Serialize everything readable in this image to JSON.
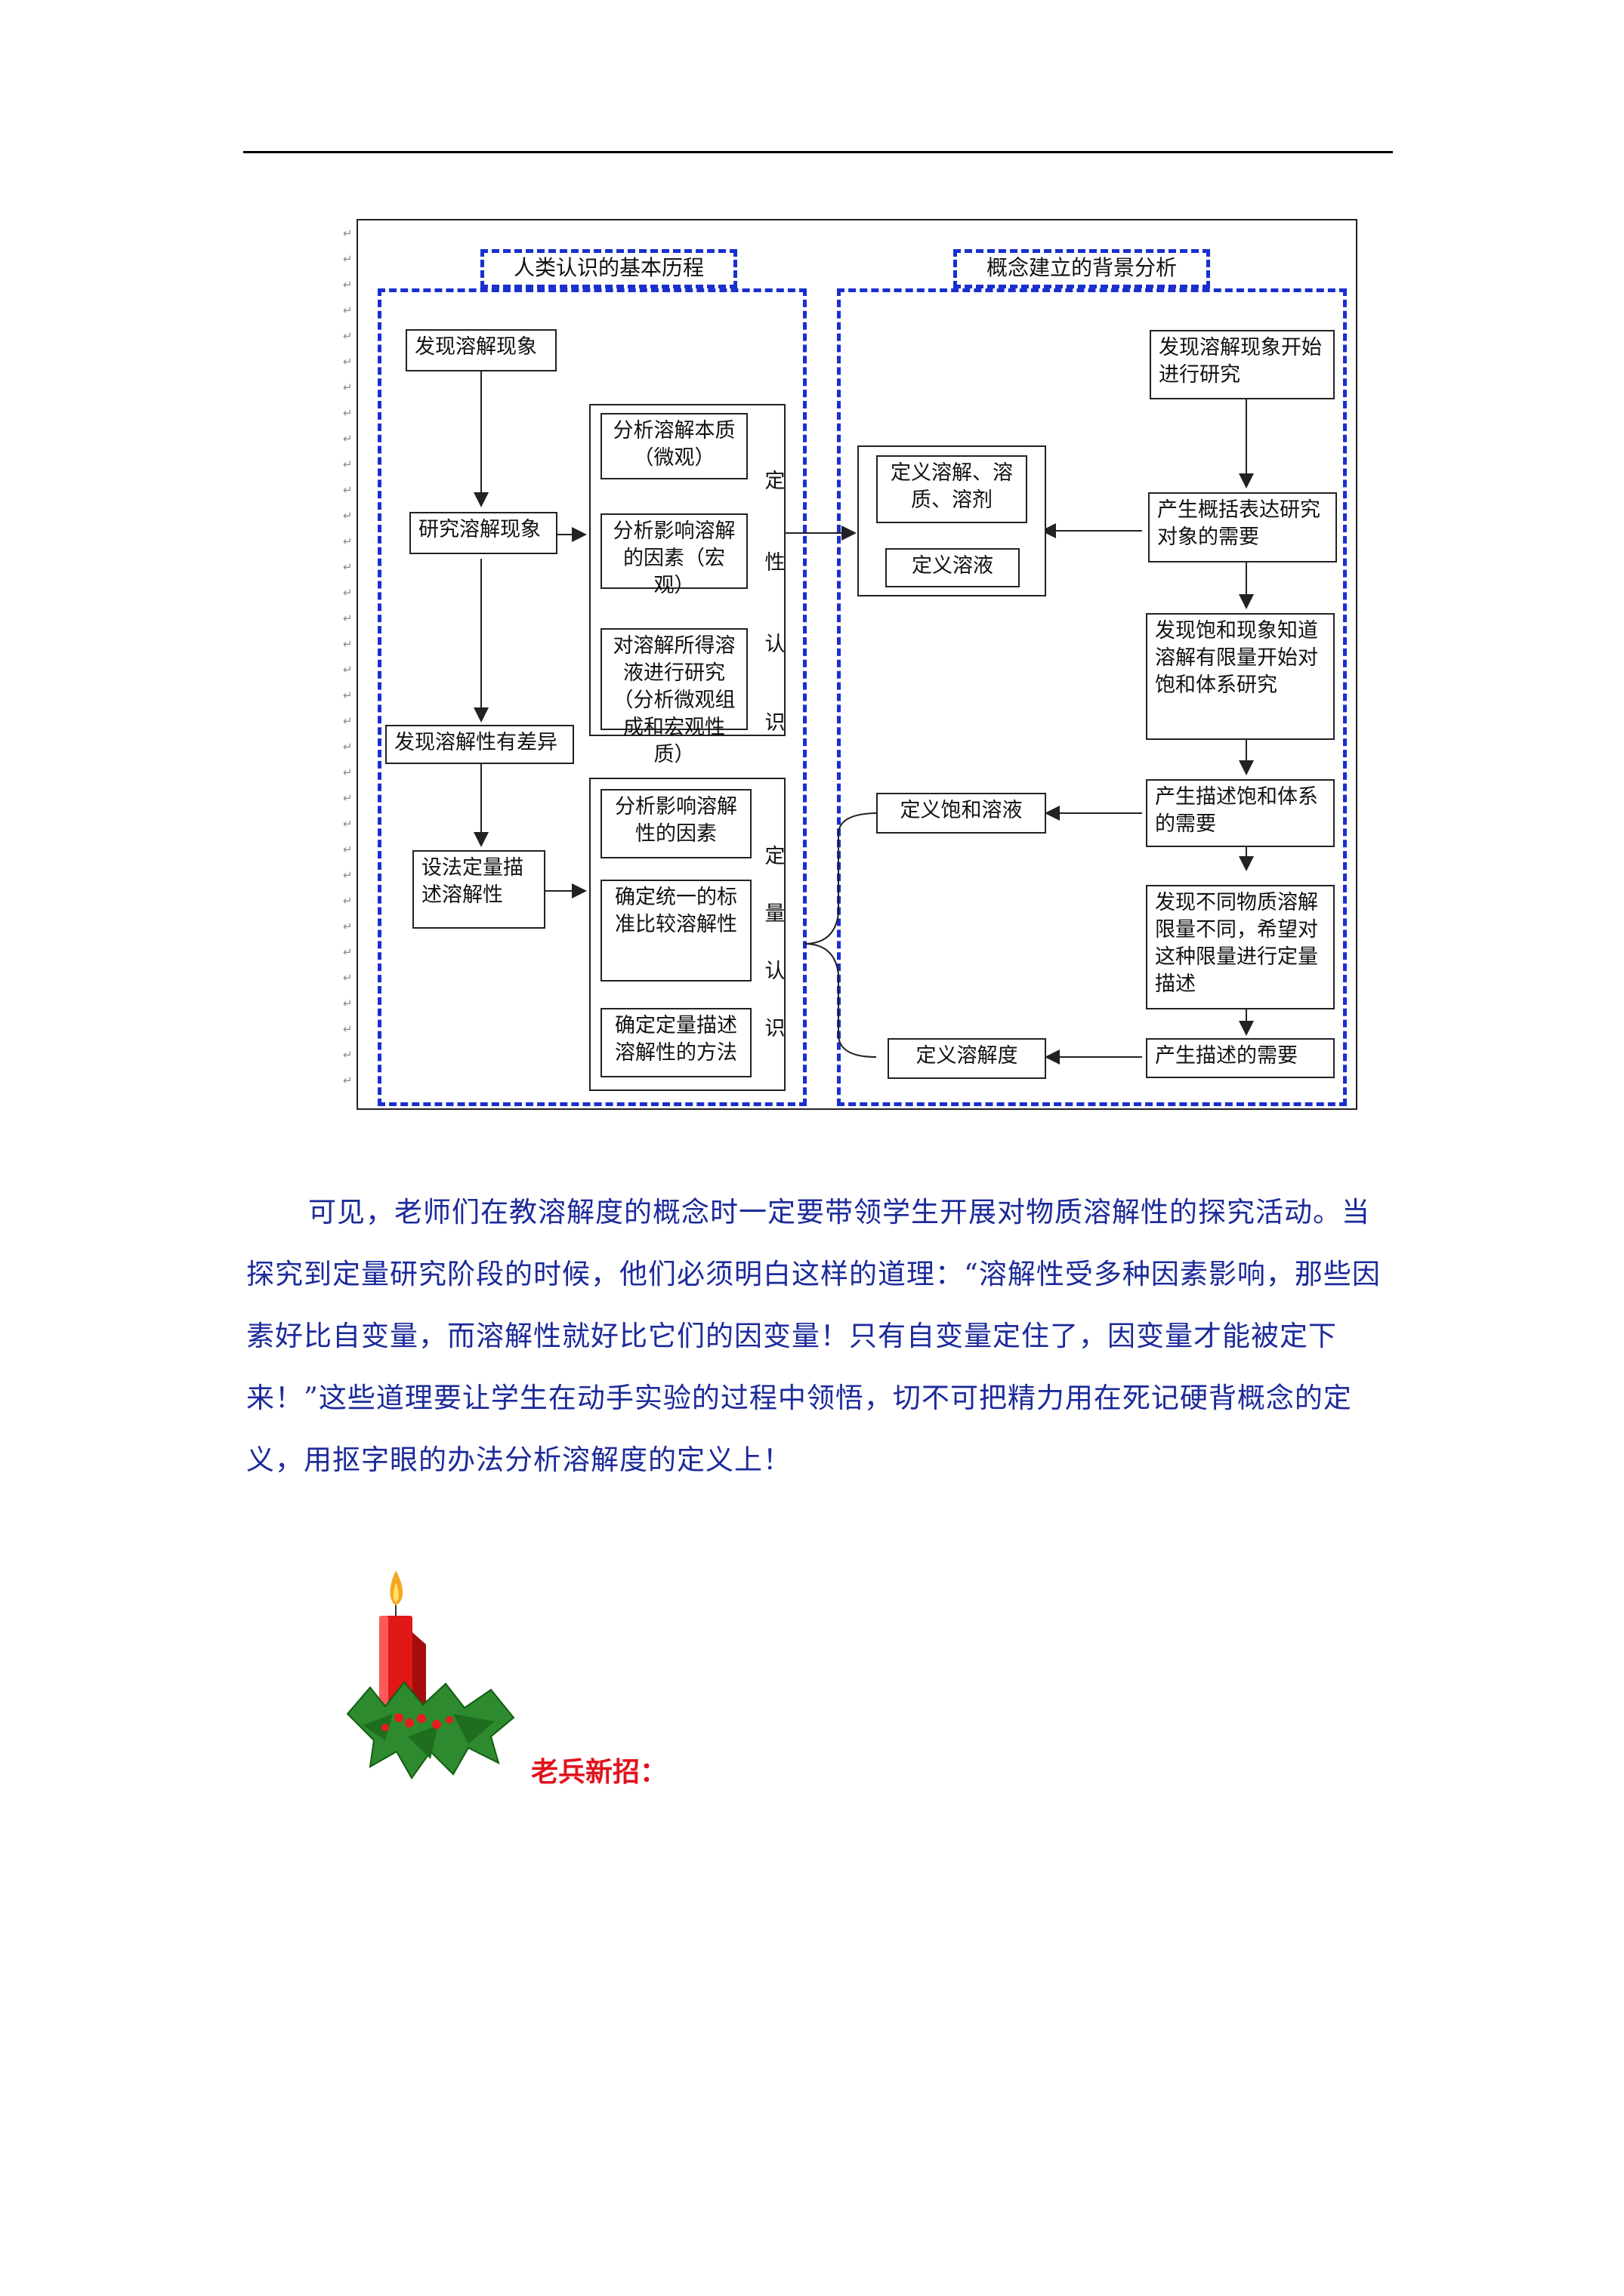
{
  "diagram": {
    "left_header": "人类认识的基本历程",
    "right_header": "概念建立的背景分析",
    "left": {
      "discover": "发现溶解现象",
      "research": "研究溶解现象",
      "difference": "发现溶解性有差异",
      "quant_describe": "设法定量描述溶解性",
      "qual_items": [
        "分析溶解本质（微观）",
        "分析影响溶解的因素（宏观）",
        "对溶解所得溶液进行研究（分析微观组成和宏观性质）"
      ],
      "qual_label": [
        "定",
        "性",
        "认",
        "识"
      ],
      "quant_items": [
        "分析影响溶解性的因素",
        "确定统一的标准比较溶解性",
        "确定定量描述溶解性的方法"
      ],
      "quant_label": [
        "定",
        "量",
        "认",
        "识"
      ]
    },
    "middle": {
      "def_dissolve": "定义溶解、溶质、溶剂",
      "def_solution": "定义溶液",
      "def_saturated": "定义饱和溶液",
      "def_solubility": "定义溶解度"
    },
    "right": {
      "r1": "发现溶解现象开始进行研究",
      "r2": "产生概括表达研究对象的需要",
      "r3": "发现饱和现象知道溶解有限量开始对饱和体系研究",
      "r4": "产生描述饱和体系的需要",
      "r5": "发现不同物质溶解限量不同，希望对这种限量进行定量描述",
      "r6": "产生描述的需要"
    }
  },
  "paragraph": "可见，老师们在教溶解度的概念时一定要带领学生开展对物质溶解性的探究活动。当探究到定量研究阶段的时候，他们必须明白这样的道理：“溶解性受多种因素影响，那些因素好比自变量，而溶解性就好比它们的因变量！只有自变量定住了，因变量才能被定下来！”这些道理要让学生在动手实验的过程中领悟，切不可把精力用在死记硬背概念的定义，用抠字眼的办法分析溶解度的定义上！",
  "tip_label": "老兵新招："
}
